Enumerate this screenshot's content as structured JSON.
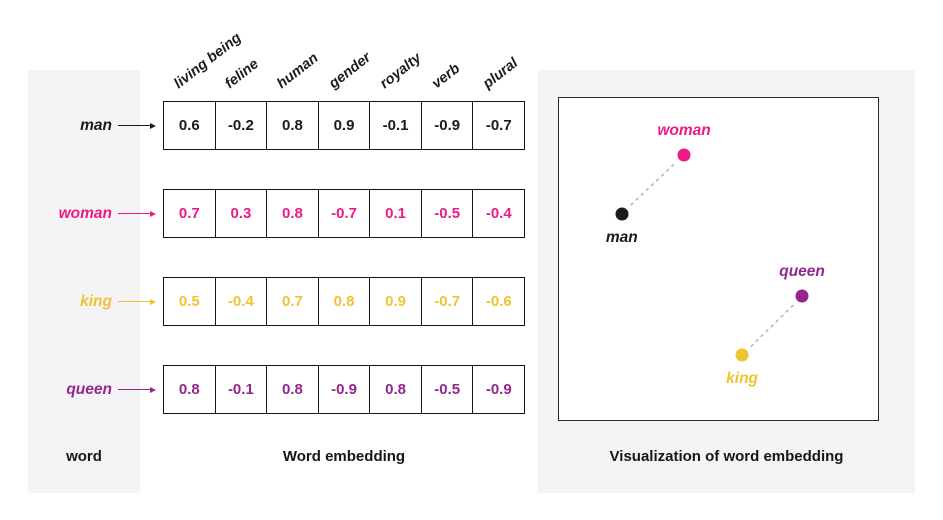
{
  "colors": {
    "man": "#1a1a1a",
    "woman": "#ed1b85",
    "king": "#f0c331",
    "queen": "#93278f",
    "panel": "#f4f4f6",
    "dashed_line": "#b5b5b5"
  },
  "features": [
    "living being",
    "feline",
    "human",
    "gender",
    "royalty",
    "verb",
    "plural"
  ],
  "words": [
    {
      "word": "man",
      "values": [
        "0.6",
        "-0.2",
        "0.8",
        "0.9",
        "-0.1",
        "-0.9",
        "-0.7"
      ]
    },
    {
      "word": "woman",
      "values": [
        "0.7",
        "0.3",
        "0.8",
        "-0.7",
        "0.1",
        "-0.5",
        "-0.4"
      ]
    },
    {
      "word": "king",
      "values": [
        "0.5",
        "-0.4",
        "0.7",
        "0.8",
        "0.9",
        "-0.7",
        "-0.6"
      ]
    },
    {
      "word": "queen",
      "values": [
        "0.8",
        "-0.1",
        "0.8",
        "-0.9",
        "0.8",
        "-0.5",
        "-0.9"
      ]
    }
  ],
  "captions": {
    "word_column": "word",
    "embedding": "Word embedding",
    "visualization": "Visualization of word embedding"
  },
  "scatter": {
    "points": [
      {
        "label": "woman",
        "x": 39.2,
        "y": 17.6,
        "label_pos": "above"
      },
      {
        "label": "man",
        "x": 19.7,
        "y": 35.9,
        "label_pos": "below"
      },
      {
        "label": "queen",
        "x": 76.2,
        "y": 61.6,
        "label_pos": "above"
      },
      {
        "label": "king",
        "x": 57.4,
        "y": 79.9,
        "label_pos": "below"
      }
    ],
    "pairs": [
      [
        "man",
        "woman"
      ],
      [
        "king",
        "queen"
      ]
    ]
  }
}
